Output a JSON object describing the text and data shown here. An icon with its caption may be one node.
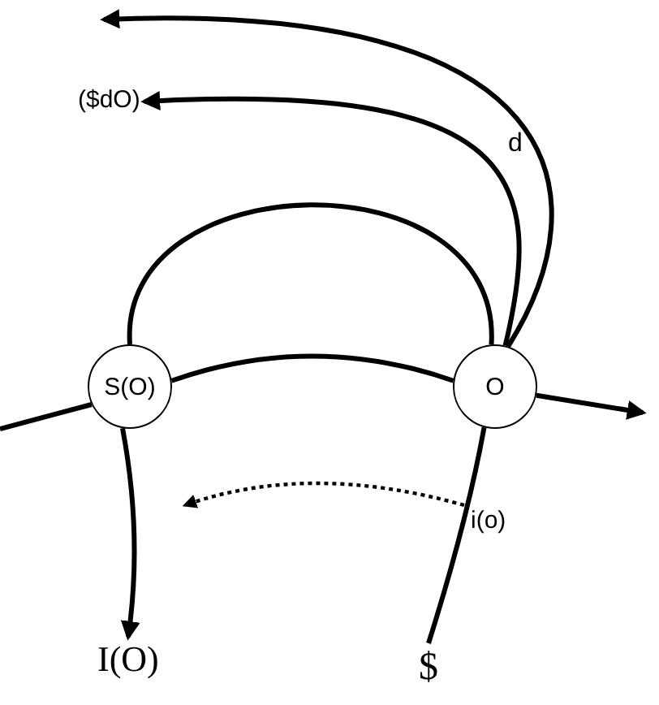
{
  "diagram": {
    "nodes": [
      {
        "text": [
          "S(O)"
        ]
      },
      {
        "text": [
          "O"
        ]
      },
      {
        "text": [
          "($dO)"
        ]
      },
      {
        "text": [
          "I(O)"
        ]
      },
      {
        "text": [
          "$"
        ]
      },
      {
        "text": [
          "i(o)"
        ]
      }
    ],
    "edges": [
      {
        "from": null,
        "to": 0,
        "arrow": "none"
      },
      {
        "from": 0,
        "to": 1,
        "arrow": "none"
      },
      {
        "from": 0,
        "to": 1,
        "arrow": "none"
      },
      {
        "from": 1,
        "to": null,
        "arrow": "to"
      },
      {
        "from": 1,
        "to": null,
        "arrow": "to"
      },
      {
        "from": 1,
        "to": 2,
        "arrow": "to"
      },
      {
        "from": 0,
        "to": 3,
        "arrow": "to"
      },
      {
        "from": 4,
        "to": 1,
        "arrow": "none"
      },
      {
        "from": 5,
        "to": null,
        "arrow": "to",
        "style": "dashed"
      }
    ],
    "labels": [
      "d"
    ]
  }
}
